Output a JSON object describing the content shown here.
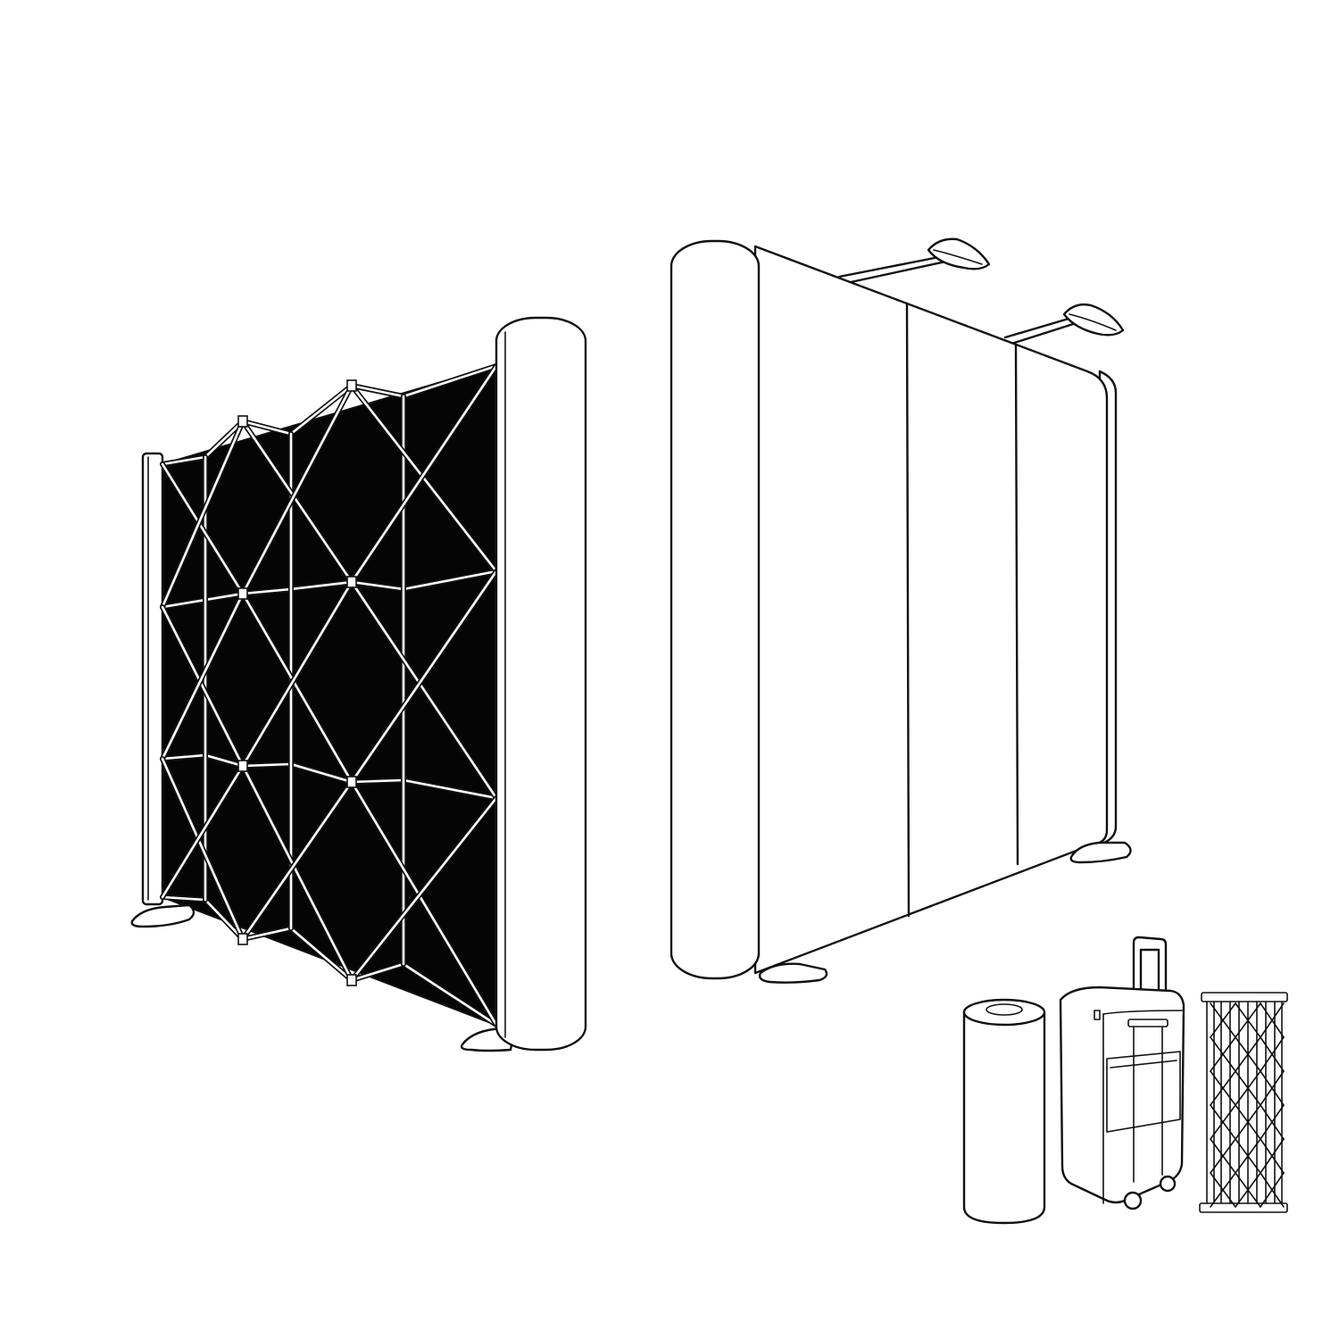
{
  "colors": {
    "background": "#ffffff",
    "line": "#111111",
    "fabric_back": "#050505"
  },
  "items": [
    {
      "id": "popup-frame-display",
      "icon": "popup-display-with-frame"
    },
    {
      "id": "fabric-wall-display",
      "icon": "fabric-wall-with-spotlights"
    },
    {
      "id": "graphic-roll",
      "icon": "rolled-graphic"
    },
    {
      "id": "trolley-case",
      "icon": "wheeled-transport-case"
    },
    {
      "id": "folded-frame",
      "icon": "collapsed-popup-frame"
    }
  ]
}
